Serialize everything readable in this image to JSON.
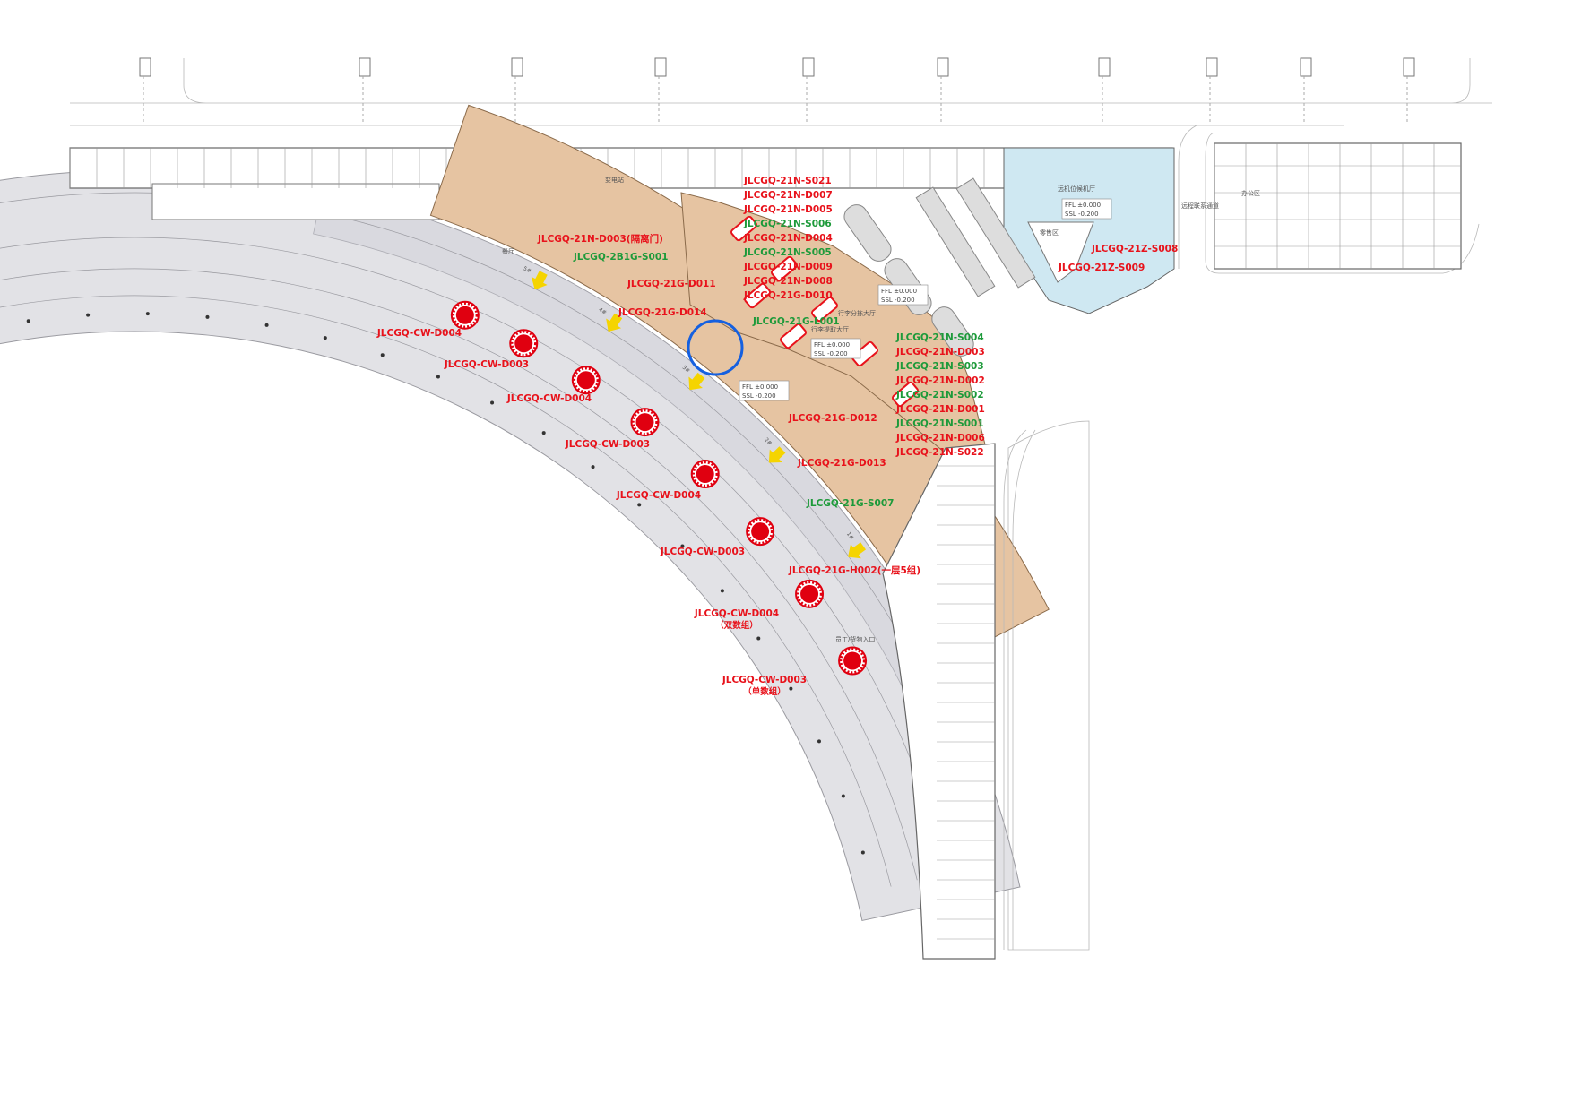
{
  "plan": {
    "colors": {
      "concourse": "#e6c4a2",
      "baggage_hall": "#cfe8f2",
      "road": "#e2e2e6",
      "label_red": "#e8121b",
      "label_green": "#1d9a3a",
      "marker": "#e00010",
      "arrow": "#f5d400",
      "highlight": "#1560e0"
    },
    "curbside_labels": [
      {
        "text": "JLCGQ-CW-D004"
      },
      {
        "text": "JLCGQ-CW-D003"
      },
      {
        "text": "JLCGQ-CW-D004"
      },
      {
        "text": "JLCGQ-CW-D003"
      },
      {
        "text": "JLCGQ-CW-D004"
      },
      {
        "text": "JLCGQ-CW-D003"
      },
      {
        "text": "JLCGQ-CW-D004",
        "note": "（双数组）"
      },
      {
        "text": "JLCGQ-CW-D003",
        "note": "（单数组）"
      }
    ],
    "terminal_labels": [
      {
        "text": "JLCGQ-21G-D014",
        "color": "red"
      },
      {
        "text": "JLCGQ-21G-D011",
        "color": "red"
      },
      {
        "text": "JLCGQ-21G-D012",
        "color": "red"
      },
      {
        "text": "JLCGQ-21G-D013",
        "color": "red"
      },
      {
        "text": "JLCGQ-21G-H002(一层5组)",
        "color": "red"
      },
      {
        "text": "JLCGQ-21G-L001",
        "color": "green"
      },
      {
        "text": "JLCGQ-21G-S007",
        "color": "green"
      },
      {
        "text": "JLCGQ-2B1G-S001",
        "color": "green"
      },
      {
        "text": "JLCGQ-21N-D003(隔离门)",
        "color": "red"
      },
      {
        "text": "JLCGQ-21N-S021",
        "color": "red"
      },
      {
        "text": "JLCGQ-21N-D007",
        "color": "red"
      },
      {
        "text": "JLCGQ-21N-D005",
        "color": "red"
      },
      {
        "text": "JLCGQ-21N-S006",
        "color": "green"
      },
      {
        "text": "JLCGQ-21N-D004",
        "color": "red"
      },
      {
        "text": "JLCGQ-21N-S005",
        "color": "green"
      },
      {
        "text": "JLCGQ-21N-S004",
        "color": "green"
      },
      {
        "text": "JLCGQ-21N-D003",
        "color": "red"
      },
      {
        "text": "JLCGQ-21N-S003",
        "color": "green"
      },
      {
        "text": "JLCGQ-21N-D009",
        "color": "red"
      },
      {
        "text": "JLCGQ-21N-D002",
        "color": "red"
      },
      {
        "text": "JLCGQ-21N-S002",
        "color": "green"
      },
      {
        "text": "JLCGQ-21N-D008",
        "color": "red"
      },
      {
        "text": "JLCGQ-21G-D010",
        "color": "red"
      },
      {
        "text": "JLCGQ-21N-D001",
        "color": "red"
      },
      {
        "text": "JLCGQ-21N-S001",
        "color": "green"
      },
      {
        "text": "JLCGQ-21N-D006",
        "color": "red"
      },
      {
        "text": "JLCGQ-21N-S022",
        "color": "red"
      },
      {
        "text": "JLCGQ-21Z-S008",
        "color": "red"
      },
      {
        "text": "JLCGQ-21Z-S009",
        "color": "red"
      }
    ],
    "room_labels": [
      {
        "text": "行李分拣大厅"
      },
      {
        "text": "远机位候机厅"
      },
      {
        "text": "零售区"
      },
      {
        "text": "行李提取大厅"
      },
      {
        "text": "变电站"
      },
      {
        "text": "办公区"
      },
      {
        "text": "餐厅"
      },
      {
        "text": "员工/货物入口"
      },
      {
        "text": "远程联系通道"
      }
    ],
    "elevations": [
      {
        "ffl": "FFL ±0.000",
        "ssl": "SSL -0.200"
      },
      {
        "ffl": "FFL ±0.000",
        "ssl": "SSL -0.200"
      },
      {
        "ffl": "FFL ±0.000",
        "ssl": "SSL -0.200"
      },
      {
        "ffl": "FFL ±0.000",
        "ssl": "SSL -0.200"
      }
    ],
    "door_tags": [
      "5#",
      "4#",
      "3#",
      "2#",
      "1#"
    ]
  }
}
